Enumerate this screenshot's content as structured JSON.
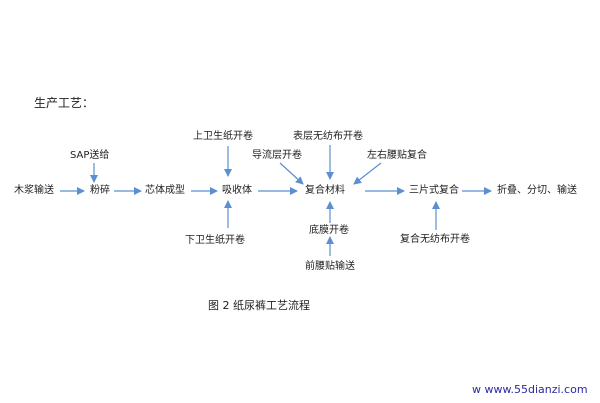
{
  "heading": "生产工艺：",
  "caption": "图 2 纸尿裤工艺流程",
  "watermark": "w www.55dianzi.com",
  "colors": {
    "arrow": "#5b8fd1",
    "text": "#222222",
    "watermark": "#2a2aa0"
  },
  "nodes": {
    "sap_feed": "SAP送给",
    "pulp_feed": "木浆输送",
    "crush": "粉碎",
    "core_forming": "芯体成型",
    "absorbent_core": "吸收体",
    "top_tissue_unwind": "上卫生纸开卷",
    "bottom_tissue_unwind": "下卫生纸开卷",
    "diversion_layer_unwind": "导流层开卷",
    "surface_nonwoven_unwind": "表层无纺布开卷",
    "side_waist_tape": "左右腰贴复合",
    "composite_material": "复合材料",
    "backsheet_unwind": "底膜开卷",
    "front_waist_tape": "前腰贴输送",
    "three_piece_composite": "三片式复合",
    "composite_nonwoven_unwind": "复合无纺布开卷",
    "fold_cut_convey": "折叠、分切、输送"
  }
}
